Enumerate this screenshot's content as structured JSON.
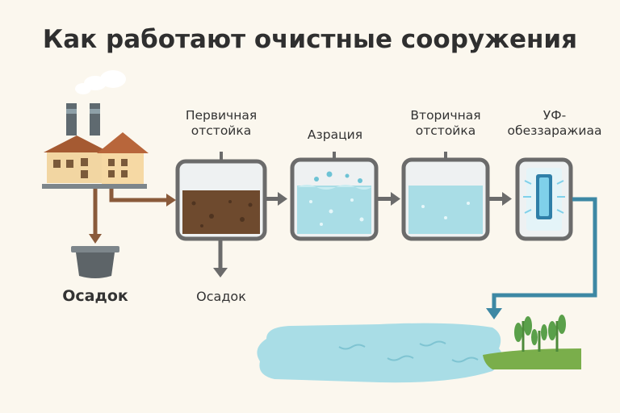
{
  "title": "Как работают очистные сооружения",
  "stages": {
    "primary": "Первичная отстойка",
    "aeration": "Азрация",
    "secondary": "Вторичная отстойка",
    "uv": "УФ-обеззаражиаа"
  },
  "sludge_labels": {
    "left": "Осадок",
    "under_primary": "Осадок"
  },
  "colors": {
    "background": "#fbf7ee",
    "sludge": "#6e4a2e",
    "water": "#a9dde6",
    "frame": "#6b6b6b",
    "pipe_brown": "#8a5a3a",
    "pipe_blue": "#3d88a4",
    "grass": "#7aae4b"
  },
  "icons": [
    "factory-icon",
    "house-icon",
    "sludge-bin-icon",
    "uv-lamp-icon",
    "plant-icon",
    "river-icon"
  ]
}
